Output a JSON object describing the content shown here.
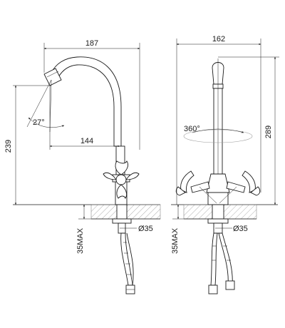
{
  "dimensions": {
    "left_width": "187",
    "right_width": "162",
    "spout_reach": "144",
    "left_height": "239",
    "right_height": "289",
    "spray_angle": "27°",
    "rotation": "360°",
    "left_diameter": "Ø35",
    "right_diameter": "Ø35",
    "left_max_thickness": "35MAX",
    "right_max_thickness": "35MAX"
  },
  "colors": {
    "line": "#1a1a1a",
    "hatch": "#777777",
    "background": "#ffffff"
  }
}
